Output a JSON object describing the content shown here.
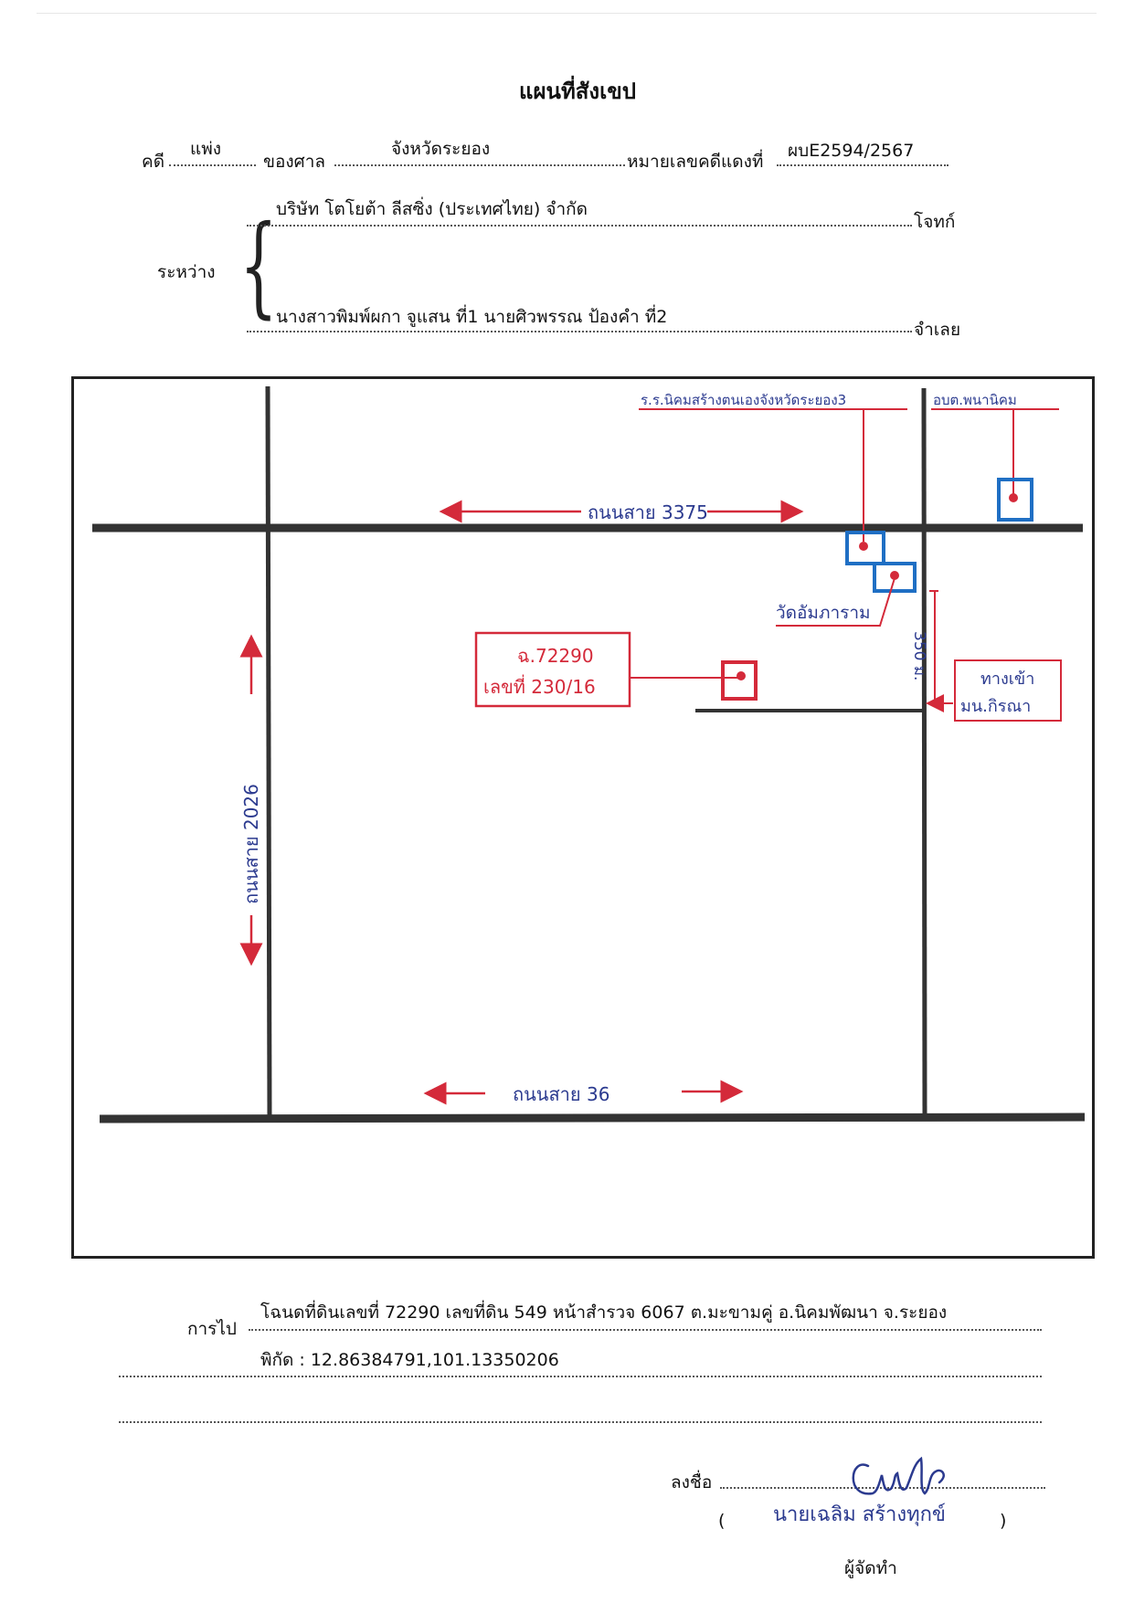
{
  "header": {
    "title": "แผนที่สังเขป",
    "case_label": "คดี",
    "case_type": "แพ่ง",
    "court_label": "ของศาล",
    "court_name": "จังหวัดระยอง",
    "red_case_label": "หมายเลขคดีแดงที่",
    "red_case_no": "ผบE2594/2567",
    "between_label": "ระหว่าง",
    "plaintiff": "บริษัท โตโยต้า ลีสซิ่ง (ประเทศไทย) จำกัด",
    "plaintiff_label": "โจทก์",
    "defendant": "นางสาวพิมพ์ผกา  จูแสน ที่1 นายศิวพรรณ ป้องคำ ที่2",
    "defendant_label": "จำเลย"
  },
  "map": {
    "road_3375": "ถนนสาย 3375",
    "road_36": "ถนนสาย  36",
    "road_2026": "ถนนสาย 2026",
    "school_label": "ร.ร.นิคมสร้างตนเองจังหวัดระยอง3",
    "sao_label": "อบต.พนานิคม",
    "temple_label": "วัดอัมภาราม",
    "deed_line1": "ฉ.72290",
    "deed_line2": "เลขที่ 230/16",
    "distance_label": "350 ม.",
    "entrance_line1": "ทางเข้า",
    "entrance_line2": "มน.กิรณา",
    "colors": {
      "ink_blue": "#2b3a8f",
      "ink_red": "#d42a3a",
      "marker_blue": "#1f6fc4"
    }
  },
  "footer": {
    "directions_label": "การไป",
    "directions": "โฉนดที่ดินเลขที่ 72290 เลขที่ดิน 549 หน้าสำรวจ 6067 ต.มะขามคู่ อ.นิคมพัฒนา จ.ระยอง",
    "coords": "พิกัด : 12.86384791,101.13350206",
    "sign_label": "ลงชื่อ",
    "open_paren": "(",
    "close_paren": ")",
    "signer_name": "นายเฉลิม  สร้างทุกข์",
    "role": "ผู้จัดทำ"
  }
}
